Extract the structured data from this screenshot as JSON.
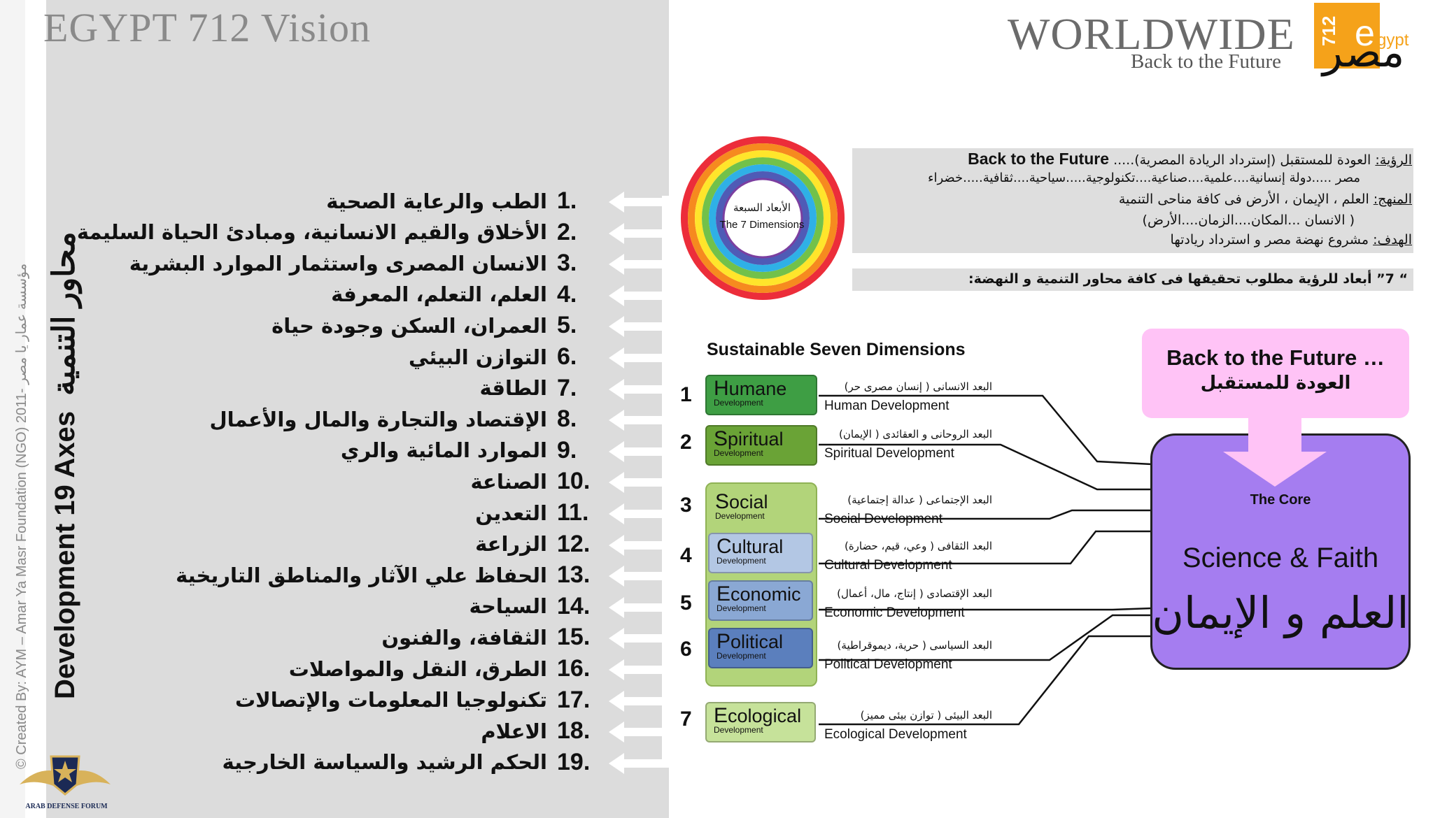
{
  "header": {
    "title": "EGYPT 712 Vision",
    "credit": "© Created By: AYM – Amar Ya Masr Foundation (NGO) مؤسسة عمار يا مصر -2011"
  },
  "logo": {
    "wordmark": "WORLDWIDE",
    "tagline": "Back to the Future",
    "number": "712",
    "e": "e",
    "gypt": "gypt",
    "arabic": "مصر",
    "accent_color": "#f5a21a"
  },
  "axes_panel": {
    "vertical_title_en": "Development 19 Axes",
    "vertical_title_ar": "محاور التنمية",
    "axes": [
      {
        "num": "1.",
        "label": "الطب والرعاية الصحية"
      },
      {
        "num": "2.",
        "label": "الأخلاق والقيم الانسانية، ومبادئ الحياة السليمة"
      },
      {
        "num": "3.",
        "label": "الانسان المصرى واستثمار الموارد البشرية"
      },
      {
        "num": "4.",
        "label": "العلم، التعلم، المعرفة"
      },
      {
        "num": "5.",
        "label": "العمران، السكن وجودة حياة"
      },
      {
        "num": "6.",
        "label": "التوازن البيئي"
      },
      {
        "num": "7.",
        "label": "الطاقة"
      },
      {
        "num": "8.",
        "label": "الإقتصاد والتجارة والمال والأعمال"
      },
      {
        "num": "9.",
        "label": "الموارد المائية والري"
      },
      {
        "num": "10.",
        "label": "الصناعة"
      },
      {
        "num": "11.",
        "label": "التعدين"
      },
      {
        "num": "12.",
        "label": "الزراعة"
      },
      {
        "num": "13.",
        "label": "الحفاظ علي الآثار والمناطق التاريخية"
      },
      {
        "num": "14.",
        "label": "السياحة"
      },
      {
        "num": "15.",
        "label": "الثقافة، والفنون"
      },
      {
        "num": "16.",
        "label": "الطرق، النقل والمواصلات"
      },
      {
        "num": "17.",
        "label": "تكنولوجيا المعلومات والإتصالات"
      },
      {
        "num": "18.",
        "label": "الاعلام"
      },
      {
        "num": "19.",
        "label": "الحكم الرشيد والسياسة الخارجية"
      }
    ]
  },
  "ring": {
    "label_ar": "الأبعاد السبعة",
    "label_en": "The 7 Dimensions"
  },
  "vision": {
    "vision_key": "الرؤية:",
    "vision_ar": "العودة للمستقبل (إسترداد الريادة المصرية).....",
    "vision_en": "Back to the Future",
    "vision_line2": "مصر .....دولة إنسانية....علمية....صناعية....تكنولوجية.....سياحية....ثقافية.....خضراء",
    "method_key": "المنهج:",
    "method_line1": "العلم ، الإيمان ، الأرض   فى كافة مناحى التنمية",
    "method_line2": "( الانسان ...المكان....الزمان....الأرض)",
    "goal_key": "الهدف:",
    "goal_text": "مشروع نهضة مصر و استرداد ريادتها",
    "note": "“ 7” أبعاد للرؤية مطلوب تحقيقها فى كافة محاور التنمية و النهضة:"
  },
  "dimensions": {
    "title": "Sustainable Seven Dimensions",
    "items": [
      {
        "num": "1",
        "name_first": "H",
        "name_rest": "umane",
        "sub": "Development",
        "ar": "البعد الانسانى ( إنسان مصرى حر)",
        "en": "Human Development",
        "color": "#3e9e44"
      },
      {
        "num": "2",
        "name_first": "S",
        "name_rest": "piritual",
        "sub": "Development",
        "ar": "البعد الروحانى و العقائدى ( الإيمان)",
        "en": "Spiritual Development",
        "color": "#6aa336"
      },
      {
        "num": "3",
        "name_first": "S",
        "name_rest": "ocial",
        "sub": "Development",
        "ar": "البعد الإجتماعى ( عدالة إجتماعية)",
        "en": "Social Development",
        "color": "#b2d47a"
      },
      {
        "num": "4",
        "name_first": "C",
        "name_rest": "ultural",
        "sub": "Development",
        "ar": "البعد الثقافى ( وعي، قيم، حضارة)",
        "en": "Cultural Development",
        "color": "#b3c7e4"
      },
      {
        "num": "5",
        "name_first": "E",
        "name_rest": "conomic",
        "sub": "Development",
        "ar": "البعد الإقتصادى ( إنتاج، مال، أعمال)",
        "en": "Economic Development",
        "color": "#8aa8d4"
      },
      {
        "num": "6",
        "name_first": "P",
        "name_rest": "olitical",
        "sub": "Development",
        "ar": "البعد السياسى ( حرية، ديموقراطية)",
        "en": "Political Development",
        "color": "#5b7fbd"
      },
      {
        "num": "7",
        "name_first": "E",
        "name_rest": "cological",
        "sub": "Development",
        "ar": "البعد البيئى ( توازن بيئى مميز)",
        "en": "Ecological Development",
        "color": "#c6e29a"
      }
    ]
  },
  "core": {
    "pink_en": "Back to the Future …",
    "pink_ar": "العودة للمستقبل",
    "label": "The Core",
    "title_en": "Science & Faith",
    "title_ar": "العلم و الإيمان",
    "core_color": "#a57df0",
    "pink_color": "#ffc3f6"
  },
  "forum": {
    "name": "ARAB DEFENSE FORUM"
  }
}
